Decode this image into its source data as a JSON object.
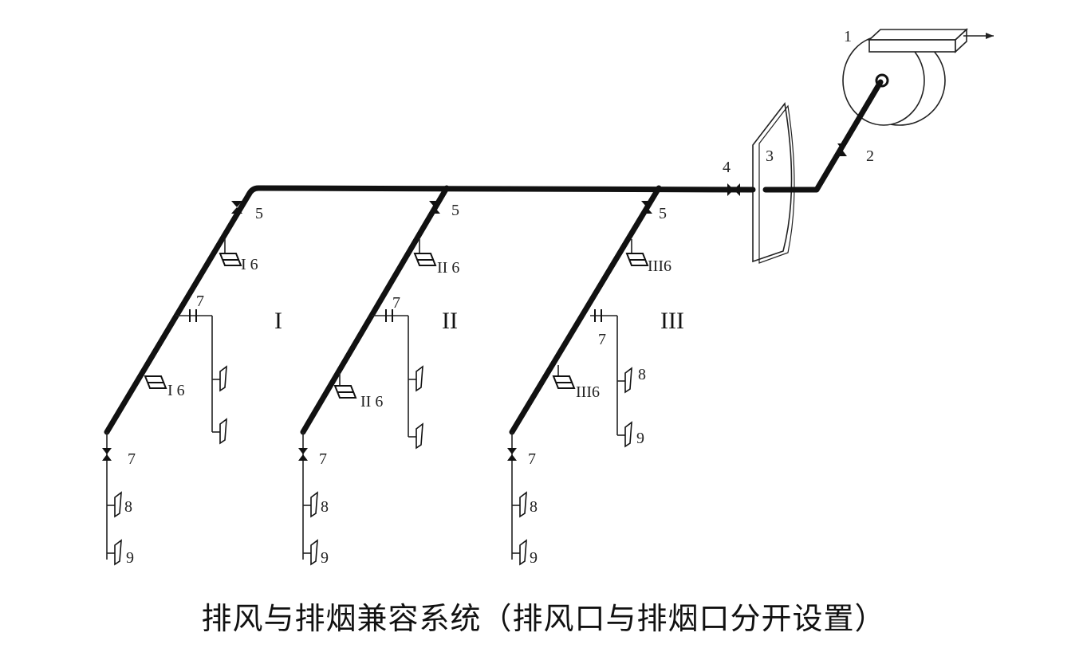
{
  "title": "排风与排烟兼容系统（排风口与排烟口分开设置）",
  "labels": {
    "fan": "1",
    "valve_fan": "2",
    "shaft": "3",
    "valve_main": "4",
    "valve_branch": "5",
    "inlet_valve": "7",
    "outlet_upper": "8",
    "outlet_lower": "9"
  },
  "zones": [
    {
      "id": "I",
      "smoke_label": "I 6"
    },
    {
      "id": "II",
      "smoke_label": "II 6"
    },
    {
      "id": "III",
      "smoke_label": "III6"
    }
  ]
}
